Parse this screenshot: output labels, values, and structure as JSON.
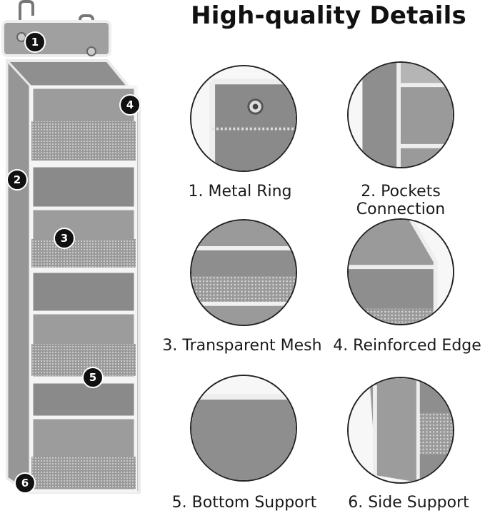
{
  "heading": "High-quality Details",
  "badges": [
    "1",
    "2",
    "3",
    "4",
    "5",
    "6"
  ],
  "details": [
    {
      "label": "1. Metal Ring"
    },
    {
      "label": "2. Pockets Connection"
    },
    {
      "label": "3. Transparent Mesh"
    },
    {
      "label": "4. Reinforced Edge"
    },
    {
      "label": "5. Bottom Support"
    },
    {
      "label": "6. Side Support"
    }
  ],
  "colors": {
    "fabric": "#8f8f8f",
    "fabric_light": "#a3a3a3",
    "trim": "#f2f2f2",
    "badge": "#111111"
  }
}
